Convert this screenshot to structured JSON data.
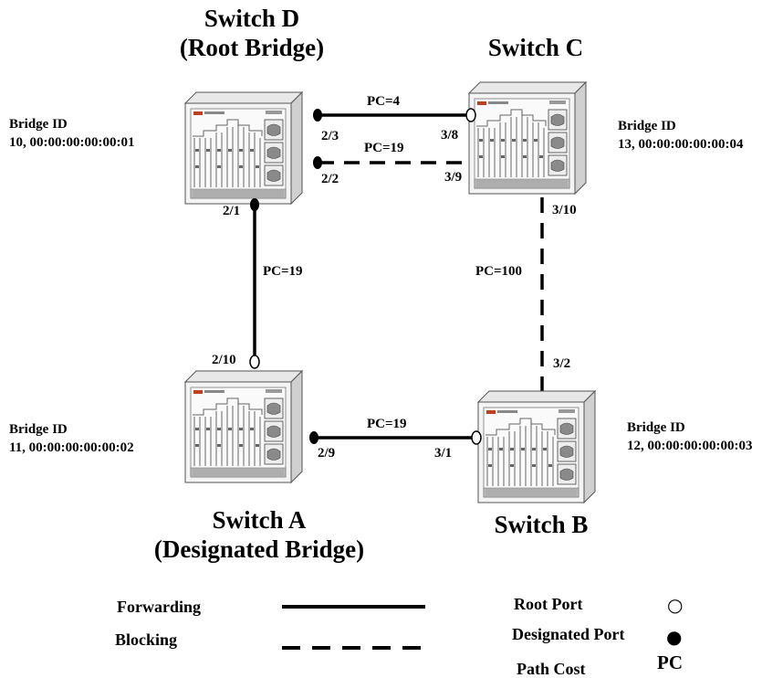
{
  "switches": {
    "d": {
      "name": "Switch D",
      "role": "(Root Bridge)",
      "bridge_id_label": "Bridge ID",
      "bridge_id": "10, 00:00:00:00:00:01"
    },
    "c": {
      "name": "Switch C",
      "bridge_id_label": "Bridge ID",
      "bridge_id": "13, 00:00:00:00:00:04"
    },
    "a": {
      "name": "Switch A",
      "role": "(Designated Bridge)",
      "bridge_id_label": "Bridge ID",
      "bridge_id": "11, 00:00:00:00:00:02"
    },
    "b": {
      "name": "Switch B",
      "bridge_id_label": "Bridge ID",
      "bridge_id": "12, 00:00:00:00:00:03"
    }
  },
  "links": {
    "d_c_top": {
      "cost": "PC=4",
      "port_d": "2/3",
      "port_c": "3/8",
      "state": "forwarding"
    },
    "d_c_bottom": {
      "cost": "PC=19",
      "port_d": "2/2",
      "port_c": "3/9",
      "state": "blocking"
    },
    "d_a": {
      "cost": "PC=19",
      "port_d": "2/1",
      "port_a": "2/10",
      "state": "forwarding"
    },
    "c_b": {
      "cost": "PC=100",
      "port_c": "3/10",
      "port_b": "3/2",
      "state": "blocking"
    },
    "a_b": {
      "cost": "PC=19",
      "port_a": "2/9",
      "port_b": "3/1",
      "state": "forwarding"
    }
  },
  "legend": {
    "forwarding": "Forwarding",
    "blocking": "Blocking",
    "root_port": "Root Port",
    "designated_port": "Designated Port",
    "path_cost": "Path Cost",
    "path_cost_abbr": "PC",
    "root_port_symbol": "○",
    "designated_port_symbol": "●"
  },
  "colors": {
    "line": "#000000",
    "chassis_edge": "#555555",
    "chassis_fill": "#f4f4f4"
  }
}
